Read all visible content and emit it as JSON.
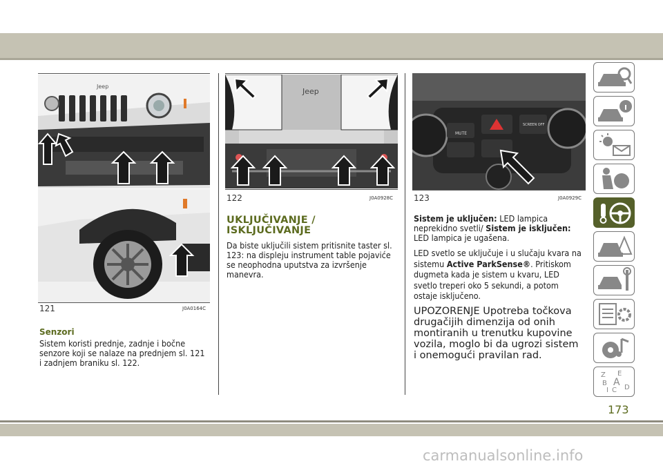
{
  "figures": [
    {
      "number": "121",
      "code": "J0A0164C"
    },
    {
      "number": "122",
      "code": "J0A0928C"
    },
    {
      "number": "123",
      "code": "J0A0929C"
    }
  ],
  "col1": {
    "subheading": "Senzori",
    "body": "Sistem koristi prednje, zadnje i bočne senzore koji se nalaze na prednjem sl. 121 i zadnjem braniku sl. 122."
  },
  "col2": {
    "heading_line1": "UKLJUČIVANJE /",
    "heading_line2": "ISKLJUČIVANJE",
    "body": "Da biste uključili sistem pritisnite taster sl. 123: na displeju instrument table pojaviće se neophodna uputstva za izvršenje manevra."
  },
  "col3": {
    "p1_bold1": "Sistem je uključen:",
    "p1_text1": " LED lampica neprekidno svetli/ ",
    "p1_bold2": "Sistem je isključen:",
    "p1_text2": " LED lampica je ugašena.",
    "p2_text1": "LED svetlo se uključuje i u slučaju kvara na sistemu ",
    "p2_bold": "Active ParkSense®",
    "p2_text2": ". Pritiskom dugmeta kada je sistem u kvaru, LED svetlo treperi oko 5 sekundi, a potom ostaje isključeno.",
    "warning": "UPOZORENJE Upotreba točkova drugačijih dimenzija od onih montiranih u trenutku kupovine vozila, moglo bi da ugrozi sistem i onemogući pravilan rad."
  },
  "photo_labels": {
    "jeep_badge": "Jeep",
    "mute": "MUTE",
    "screen_off": "SCREEN OFF"
  },
  "tabs": [
    {
      "icon": "car-search-icon"
    },
    {
      "icon": "car-info-icon"
    },
    {
      "icon": "warning-lights-message-icon"
    },
    {
      "icon": "airbag-seat-icon"
    },
    {
      "icon": "key-steering-wheel-icon",
      "active": true
    },
    {
      "icon": "car-breakdown-icon"
    },
    {
      "icon": "car-service-tools-icon"
    },
    {
      "icon": "specifications-gear-icon"
    },
    {
      "icon": "multimedia-music-icon"
    },
    {
      "icon": "alphabetical-index-icon"
    }
  ],
  "page_number": "173",
  "watermark": "carmanualsonline.info",
  "colors": {
    "accent": "#5c6b1f",
    "band": "#c5c2b3",
    "active_tab": "#55602a"
  }
}
